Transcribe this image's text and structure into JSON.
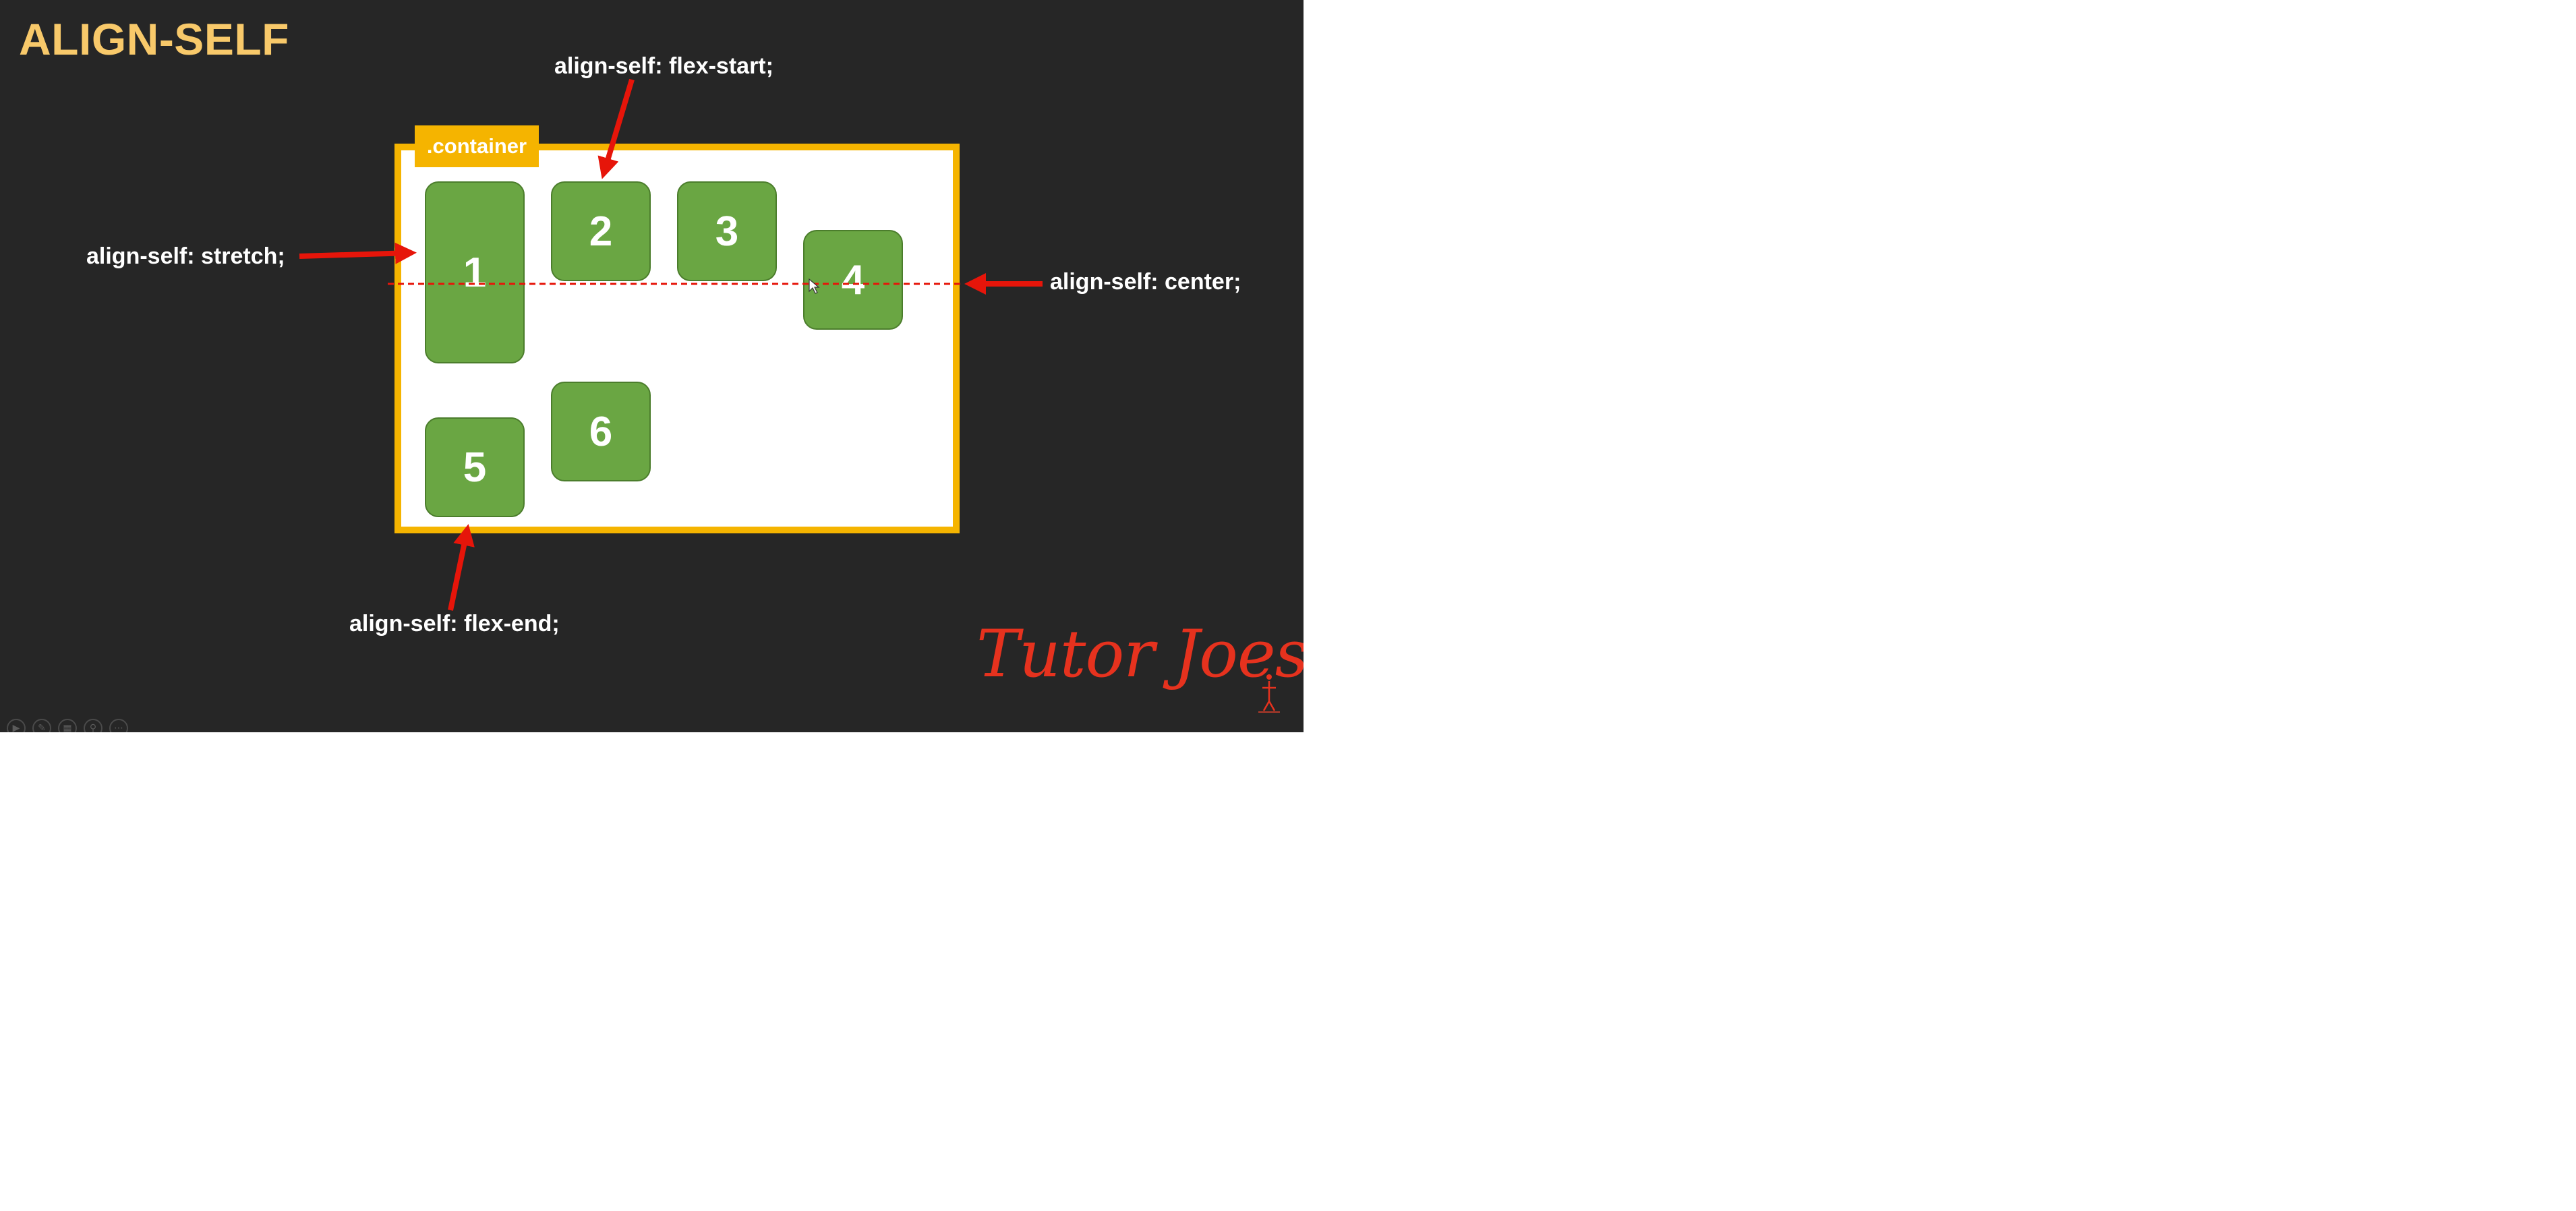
{
  "title": "ALIGN-SELF",
  "container_label": ".container",
  "items": [
    "1",
    "2",
    "3",
    "4",
    "5",
    "6"
  ],
  "callouts": {
    "stretch": "align-self: stretch;",
    "flex_start": "align-self: flex-start;",
    "center": "align-self: center;",
    "flex_end": "align-self: flex-end;"
  },
  "brand": "Tutor Joes",
  "colors": {
    "background": "#262626",
    "title": "#f8c96a",
    "container_border": "#f5b400",
    "item_fill": "#6aa643",
    "arrow": "#e6150a",
    "brand": "#e6321e"
  },
  "icons": {
    "player_controls": [
      "play-icon",
      "pen-icon",
      "slides-icon",
      "zoom-icon",
      "more-icon"
    ]
  }
}
